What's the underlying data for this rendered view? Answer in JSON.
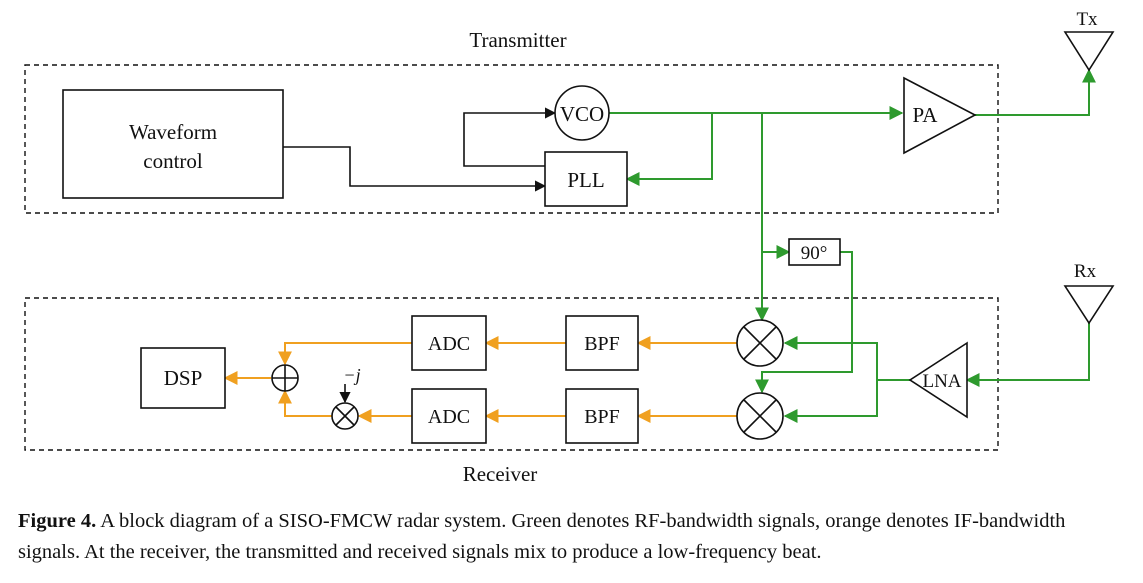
{
  "labels": {
    "transmitter": "Transmitter",
    "receiver": "Receiver",
    "waveform_line1": "Waveform",
    "waveform_line2": "control",
    "vco": "VCO",
    "pll": "PLL",
    "pa": "PA",
    "tx": "Tx",
    "rx": "Rx",
    "lna": "LNA",
    "phase_shift": "90°",
    "bpf_top": "BPF",
    "bpf_bottom": "BPF",
    "adc_top": "ADC",
    "adc_bottom": "ADC",
    "dsp": "DSP",
    "minus_j": "−j"
  },
  "caption": {
    "figure_label": "Figure 4.",
    "text": "A block diagram of a SISO-FMCW radar system. Green denotes RF-bandwidth signals, orange denotes IF-bandwidth signals. At the receiver, the transmitted and received signals mix to produce a low-frequency beat."
  },
  "colors": {
    "rf_signal": "#2e9a2e",
    "if_signal": "#f0a020",
    "control_signal": "#111111"
  },
  "icons": [
    "mixer-icon",
    "summer-icon",
    "antenna-icon",
    "amplifier-icon"
  ]
}
